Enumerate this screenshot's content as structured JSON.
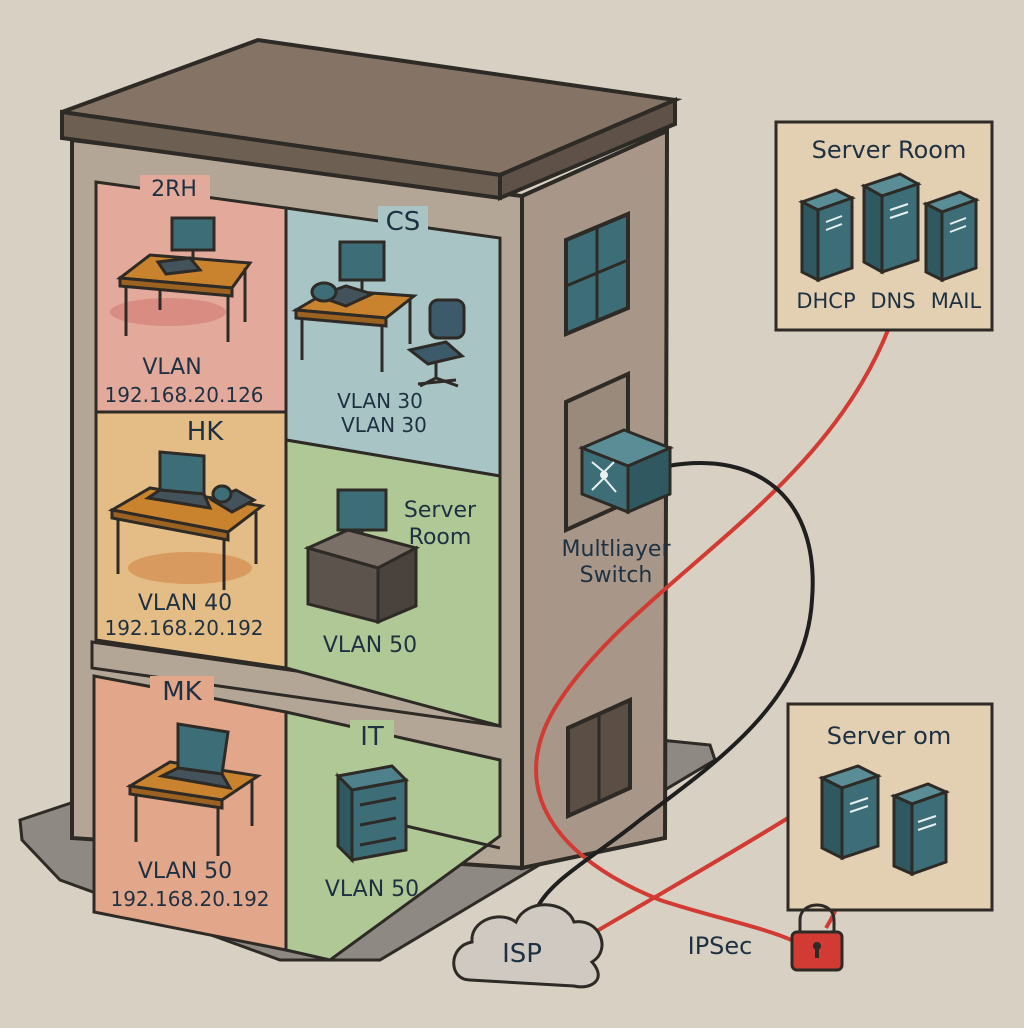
{
  "building": {
    "rooms": [
      {
        "name": "2RH",
        "vlan": "VLAN",
        "ip": "192.168.20.126"
      },
      {
        "name": "CS",
        "vlan": "VLAN 30",
        "ip": "VLAN 30"
      },
      {
        "name": "HK",
        "vlan": "VLAN 40",
        "ip": "192.168.20.192"
      },
      {
        "name": "Server Room",
        "name_line1": "Server",
        "name_line2": "Room",
        "vlan": "VLAN 50"
      },
      {
        "name": "MK",
        "vlan": "VLAN 50",
        "ip": "192.168.20.192"
      },
      {
        "name": "IT",
        "vlan": "VLAN 50"
      }
    ],
    "switch": {
      "line1": "Multliayer",
      "line2": "Switch"
    }
  },
  "server_room_top": {
    "title": "Server Room",
    "servers": [
      "DHCP",
      "DNS",
      "MAIL"
    ]
  },
  "server_room_bottom": {
    "title": "Server om"
  },
  "isp": {
    "label": "ISP"
  },
  "ipsec": {
    "label": "IPSec"
  },
  "colors": {
    "background": "#d8d0c2",
    "wall": "#b4a696",
    "wall_side": "#a89788",
    "roof": "#857466",
    "room_red": "#e3aa9c",
    "room_blue": "#a8c4c4",
    "room_orange": "#e4bd86",
    "room_green": "#b0c896",
    "room_salmon": "#e2a68a",
    "server": "#3d6e78",
    "desk": "#c9822e",
    "vpn_line": "#d23b34",
    "cable": "#1f1f1f",
    "outline": "#2e2a26"
  }
}
